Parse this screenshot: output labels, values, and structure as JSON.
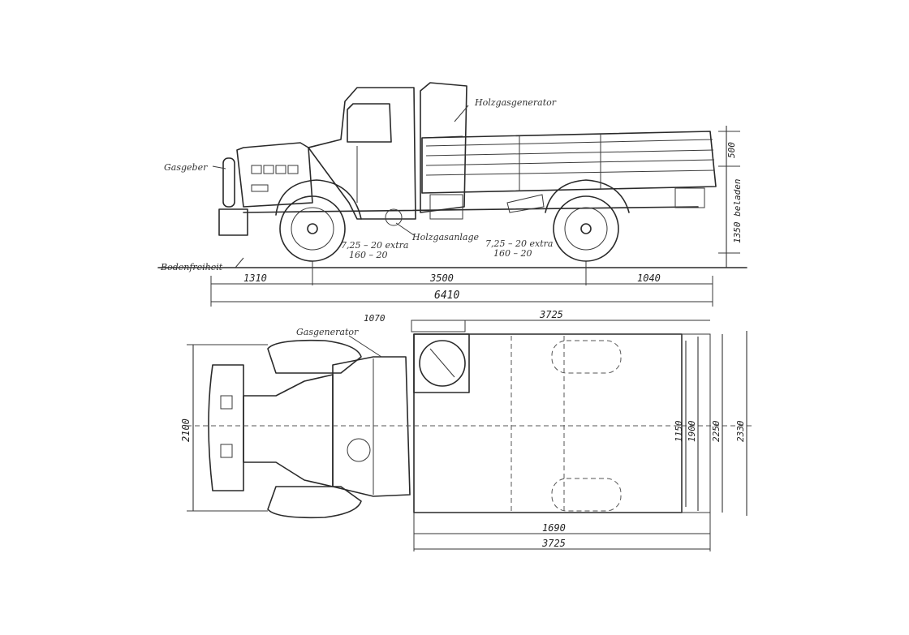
{
  "side_view": {
    "labels": {
      "left_part": "Gasgeber",
      "top_part": "Holzgasgenerator",
      "road": "Bodenfreiheit",
      "under_part": "Holzgasanlage"
    },
    "tyre_front": [
      "7,25 – 20 extra",
      "160 – 20"
    ],
    "tyre_rear": [
      "7,25 – 20 extra",
      "160 – 20"
    ],
    "dims": {
      "front_overhang": "1310",
      "wheelbase": "3500",
      "rear_overhang": "1040",
      "overall_length": "6410",
      "right_top": "500",
      "right_side": "1350 beladen"
    }
  },
  "top_view": {
    "labels": {
      "part": "Gasgenerator"
    },
    "dims": {
      "small_top": "1070",
      "body_length_top": "3725",
      "left_width": "2100",
      "inner_1": "1150",
      "inner_2": "1900",
      "inner_3": "2250",
      "outer_width": "2330",
      "bottom_inner": "1690",
      "bottom_outer": "3725"
    }
  }
}
